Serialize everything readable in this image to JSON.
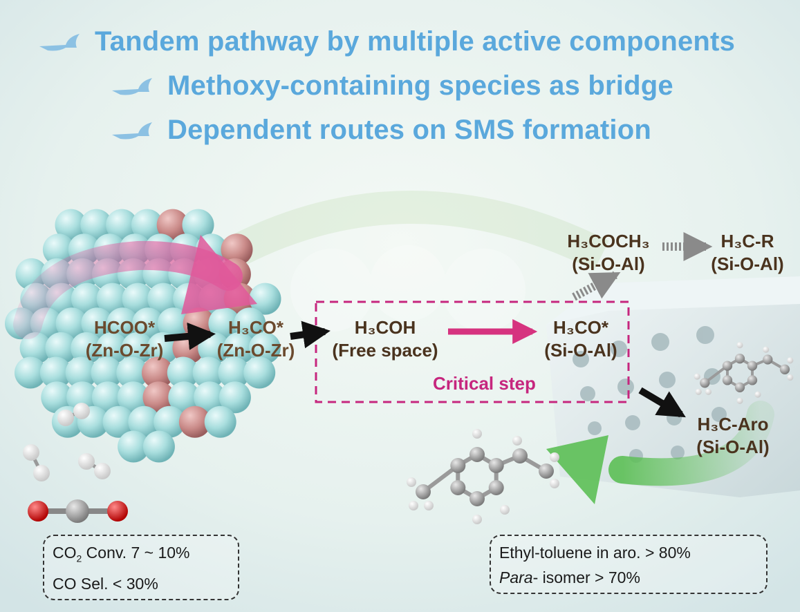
{
  "headlines": [
    "Tandem pathway by multiple active components",
    "Methoxy-containing species as bridge",
    "Dependent routes on SMS formation"
  ],
  "species": {
    "hcoo": {
      "name": "HCOO*",
      "site": "(Zn-O-Zr)"
    },
    "h3co_zr": {
      "name": "H₃CO*",
      "site": "(Zn-O-Zr)"
    },
    "h3coh": {
      "name": "H₃COH",
      "site": "(Free space)"
    },
    "h3co_sial": {
      "name": "H₃CO*",
      "site": "(Si-O-Al)"
    },
    "h3coch3": {
      "name": "H₃COCH₃",
      "site": "(Si-O-Al)"
    },
    "h3cr": {
      "name": "H₃C-R",
      "site": "(Si-O-Al)"
    },
    "h3caro": {
      "name": "H₃C-Aro",
      "site": "(Si-O-Al)"
    }
  },
  "critical_step": "Critical step",
  "left_note": {
    "line1_a": "CO",
    "line1_sub": "2",
    "line1_b": " Conv. 7 ~ 10%",
    "line2": "CO  Sel. < 30%"
  },
  "right_note": {
    "line1": "Ethyl-toluene in aro. > 80%",
    "line2_italic": "Para",
    "line2_rest": "- isomer > 70%"
  },
  "colors": {
    "headline": "#5aa8dc",
    "label": "#6b4a2e",
    "critical": "#c6267e",
    "arrow": "#111111",
    "gray_arrow": "#8a8a8a",
    "pink_arrow": "#e0589a",
    "green_arrow": "#5cbf55",
    "sphere": "#a9dede",
    "sphere_red": "#c98a88",
    "zeolite": "#dde8ea"
  },
  "icons": [
    "bird-icon",
    "hydrogen-molecule-icon",
    "co2-molecule-icon",
    "ethyltoluene-molecule-icon"
  ]
}
